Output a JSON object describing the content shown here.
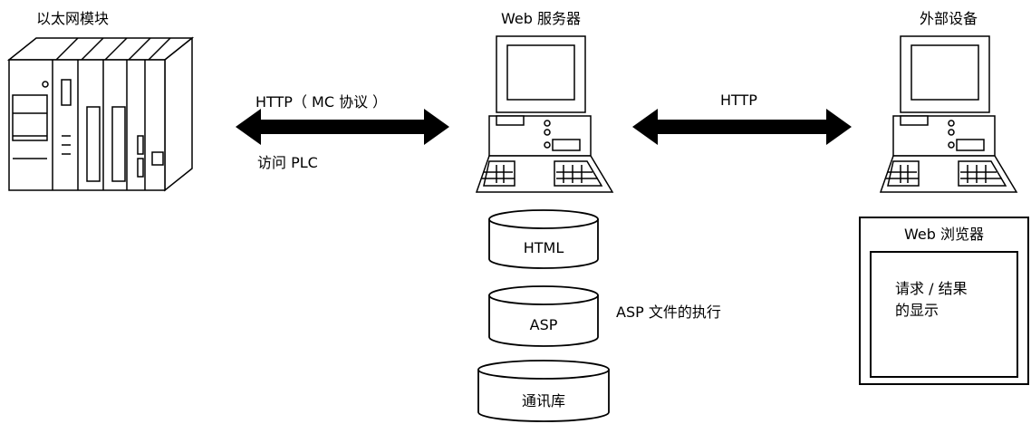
{
  "nodes": {
    "ethernet_module": {
      "label": "以太网模块"
    },
    "web_server": {
      "label": "Web 服务器"
    },
    "external_device": {
      "label": "外部设备"
    }
  },
  "links": {
    "left": {
      "top": "HTTP（ MC 协议 ）",
      "bottom": "访问 PLC"
    },
    "right": {
      "top": "HTTP"
    }
  },
  "storage": [
    {
      "label": "HTML"
    },
    {
      "label": "ASP"
    },
    {
      "label": "通讯库"
    }
  ],
  "asp_note": "ASP 文件的执行",
  "browser": {
    "title": "Web 浏览器",
    "line1": "请求 / 结果",
    "line2": "的显示"
  }
}
